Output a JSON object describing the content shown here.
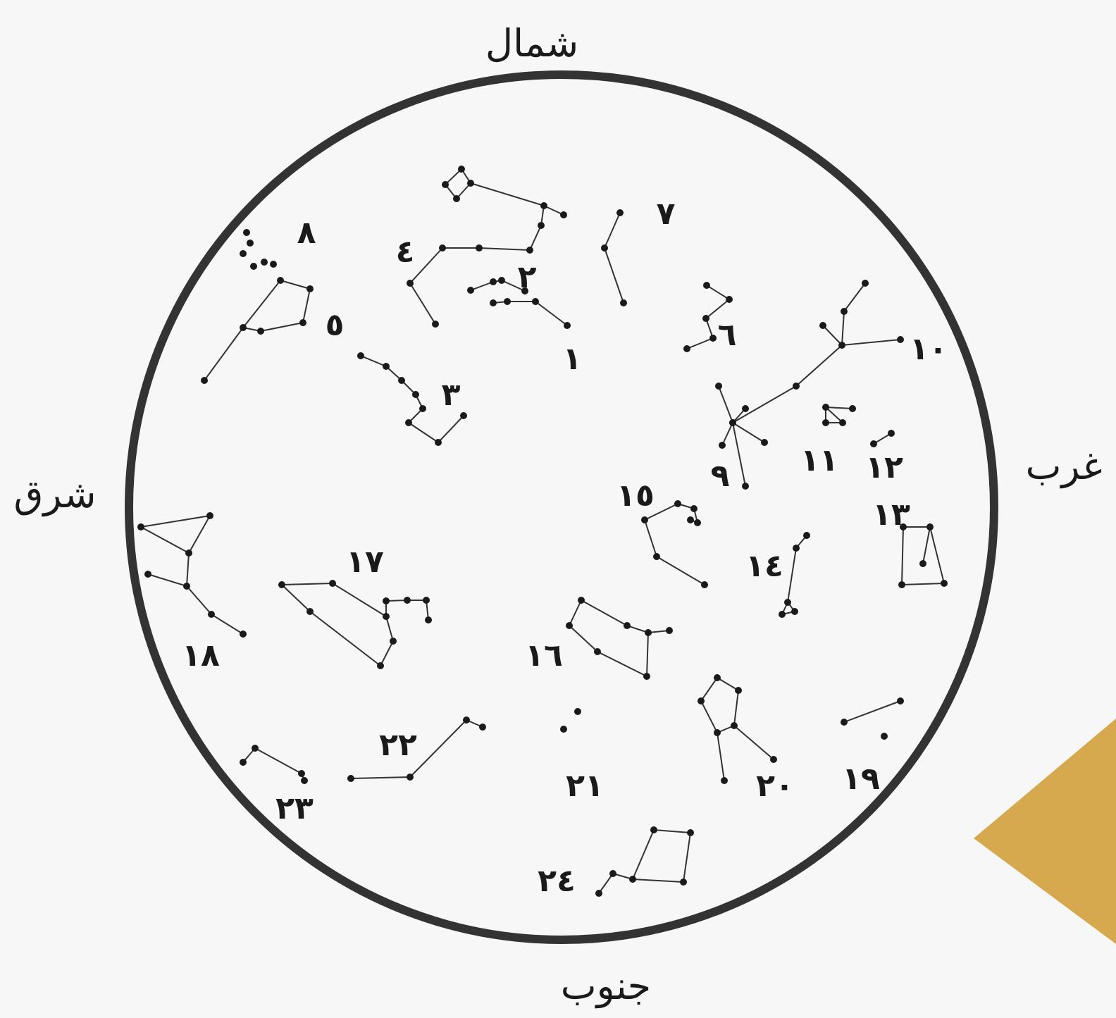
{
  "directions": {
    "north": "شمال",
    "south": "جنوب",
    "east": "شرق",
    "west": "غرب"
  },
  "constellation_labels": [
    "١",
    "٢",
    "٣",
    "٤",
    "٥",
    "٦",
    "٧",
    "٨",
    "٩",
    "١٠",
    "١١",
    "١٢",
    "١٣",
    "١٤",
    "١٥",
    "١٦",
    "١٧",
    "١٨",
    "١٩",
    "٢٠",
    "٢١",
    "٢٢",
    "٢٣",
    "٢٤"
  ],
  "colors": {
    "background": "#f7f7f7",
    "ink": "#1a1a1a",
    "accent_shape": "#d6a94e"
  }
}
